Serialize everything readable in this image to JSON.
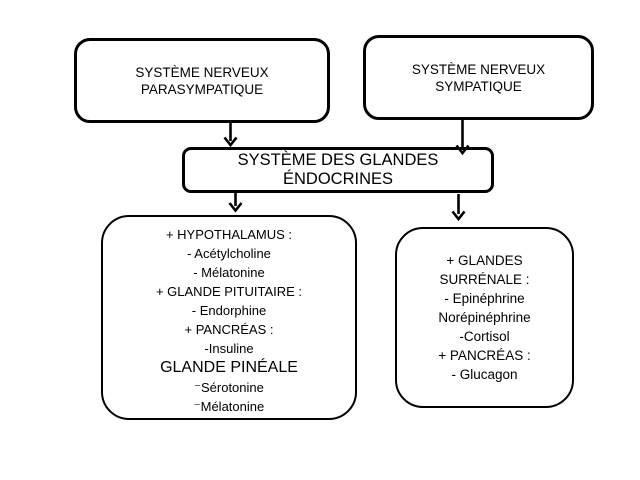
{
  "diagram": {
    "background_color": "#ffffff",
    "stroke_color": "#000000",
    "boxes": {
      "parasympathique": {
        "lines": [
          "SYSTÈME NERVEUX",
          "PARASYMPATIQUE"
        ]
      },
      "sympathique": {
        "lines": [
          "SYSTÈME NERVEUX",
          "SYMPATIQUE"
        ]
      },
      "endocrines": {
        "lines": [
          "SYSTÈME DES GLANDES",
          "ÉNDOCRINES"
        ]
      },
      "hypothalamus_group": {
        "lines": [
          "+ HYPOTHALAMUS :",
          "- Acétylcholine",
          "- Mélatonine",
          "+ GLANDE PITUITAIRE :",
          "- Endorphine",
          "+ PANCRÉAS :",
          "-Insuline",
          "GLANDE PINÉALE",
          "⁻Sérotonine",
          "⁻Mélatonine"
        ]
      },
      "surrenale_group": {
        "lines": [
          "+ GLANDES",
          "SURRÉNALE :",
          "- Epinéphrine",
          "Norépinéphrine",
          "-Cortisol",
          "+ PANCRÉAS :",
          "- Glucagon"
        ]
      }
    },
    "arrows": [
      {
        "from": "parasympathique",
        "to": "endocrines"
      },
      {
        "from": "sympathique",
        "to": "endocrines"
      },
      {
        "from": "endocrines",
        "to": "hypothalamus_group"
      },
      {
        "from": "endocrines",
        "to": "surrenale_group"
      }
    ]
  }
}
